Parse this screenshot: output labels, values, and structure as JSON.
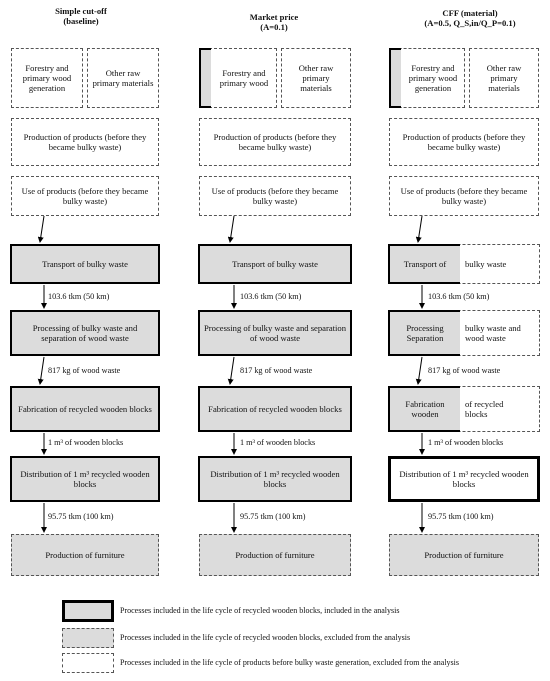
{
  "columns": {
    "baseline": {
      "title": "Simple cut-off",
      "subtitle": "(baseline)"
    },
    "market": {
      "title": "Market price",
      "subtitle": "(A=0.1)"
    },
    "cff": {
      "title": "CFF (material)",
      "subtitle": "(A=0.5, Q_S,in/Q_P=0.1)"
    }
  },
  "boxes": {
    "forestry": "Forestry and primary wood generation",
    "forestry_short": "Forestry and primary wood",
    "other_raw": "Other raw primary materials",
    "production": "Production of products (before they became bulky waste)",
    "use": "Use of products (before they became bulky waste)",
    "transport": "Transport of bulky waste",
    "transport_a": "Transport of",
    "transport_b": "bulky waste",
    "processing": "Processing of bulky waste and separation of wood waste",
    "processing_a": "Processing Separation",
    "processing_b": "bulky waste and wood waste",
    "fabrication": "Fabrication of recycled wooden blocks",
    "fabrication_a": "Fabrication wooden",
    "fabrication_b": "of recycled blocks",
    "distribution": "Distribution of 1 m³ recycled wooden blocks",
    "furniture": "Production of furniture"
  },
  "flows": {
    "transport_amount": "103.6 tkm (50 km)",
    "wood_waste": "817 kg of wood waste",
    "blocks": "1 m³ of wooden blocks",
    "distribution_amount": "95.75 tkm (100 km)"
  },
  "legend": {
    "included": "Processes included in the life cycle of recycled wooden blocks, included in the analysis",
    "excluded": "Processes included in the life cycle of recycled wooden blocks, excluded from the analysis",
    "before": "Processes included in the life cycle of products before bulky waste generation, excluded from the analysis"
  }
}
